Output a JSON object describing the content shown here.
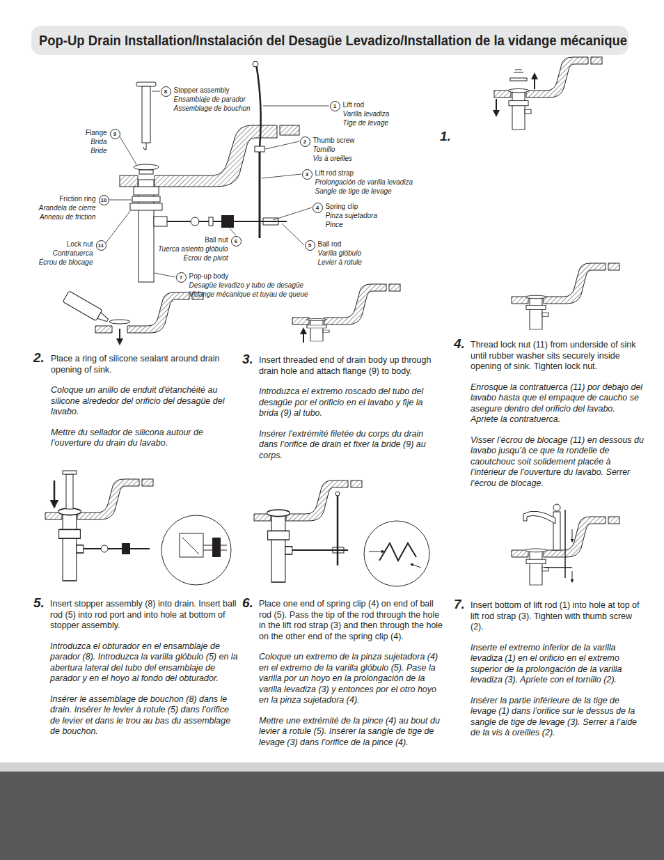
{
  "diagram": {
    "title": "Pop-Up Drain Installation/Instalación del Desagüe Levadizo/Installation de la vidange mécanique",
    "nodes": [
      {
        "text": [
          "8",
          "Stopper assembly",
          "Ensamblaje de parador",
          "Assemblage de bouchon"
        ]
      },
      {
        "text": [
          "1",
          "Lift rod",
          "Varilla levadiza",
          "Tige de levage"
        ]
      },
      {
        "text": [
          "9",
          "Flange",
          "Brida",
          "Bride"
        ]
      },
      {
        "text": [
          "2",
          "Thumb screw",
          "Tornillo",
          "Vis à oreilles"
        ]
      },
      {
        "text": [
          "3",
          "Lift rod strap",
          "Prolongación de varilla levadiza",
          "Sangle de tige de levage"
        ]
      },
      {
        "text": [
          "10",
          "Friction ring",
          "Arandela de cierre",
          "Anneau de friction"
        ]
      },
      {
        "text": [
          "4",
          "Spring clip",
          "Pinza sujetadora",
          "Pince"
        ]
      },
      {
        "text": [
          "6",
          "Ball nut",
          "Tuerca asiento glóbulo",
          "Écrou de pivot"
        ]
      },
      {
        "text": [
          "5",
          "Ball rod",
          "Varilla glóbulo",
          "Levier à rotule"
        ]
      },
      {
        "text": [
          "11",
          "Lock nut",
          "Contratuerca",
          "Écrou de blocage"
        ]
      },
      {
        "text": [
          "7",
          "Pop-up body",
          "Desagüe levadizo y tubo de desagüe",
          "Vidange mécanique et tuyau de queue"
        ]
      }
    ],
    "labels": [
      "1.",
      "2.",
      "Place a ring of silicone sealant around drain opening of sink.",
      "Coloque un anillo de enduit d'étanchéité au silicone alrededor del orificio del desagüe del lavabo.",
      "Mettre du sellador de silicona autour de l’ouverture du drain du lavabo.",
      "3.",
      "Insert threaded end of drain body up through drain hole and attach flange (9) to body.",
      "Introduzca el extremo roscado del tubo del desagüe por el orificio en el lavabo y fije la brida (9) al tubo.",
      "Insérer l’extrémité filetée du corps du drain dans l’orifice de drain et fixer la bride (9) au corps.",
      "4.",
      "Thread lock nut (11) from underside of sink until rubber washer sits securely inside opening of sink. Tighten lock nut.",
      "Enrosque la contratuerca (11) por debajo del lavabo hasta que el empaque de caucho se asegure dentro del orificio del lavabo. Apriete la contratuerca.",
      "Visser l’écrou de blocage (11) en dessous du lavabo jusqu’à ce que la rondelle de caoutchouc soit solidement placée à l’intérieur de l’ouverture du lavabo. Serrer l’écrou de blocage.",
      "5.",
      "Insert stopper assembly (8) into drain. Insert ball rod (5) into rod port and into hole at bottom of stopper assembly.",
      "Introduzca el obturador en el ensamblaje de parador (8). Introduzca la varilla glóbulo (5) en la abertura lateral del tubo del ensamblaje de parador y en el hoyo al fondo del obturador.",
      "Insérer le assemblage de bouchon (8) dans le drain. Insérer le levier à rotule (5) dans l’orifice de levier et dans le trou au bas du assemblage de bouchon.",
      "6.",
      "Place one end of spring clip (4) on end of ball rod (5). Pass the tip of the rod through the hole in the lift rod strap (3) and then through the hole on the other end of the spring clip (4).",
      "Coloque un extremo de la pinza sujetadora (4) en el extremo de la varilla glóbulo (5). Pase la varilla por un hoyo en la prolongación de la varilla levadiza (3) y entonces por el otro hoyo en la pinza sujetadora (4).",
      "Mettre une extrémité de la pince (4) au bout du levier à rotule (5). Insérer la sangle de tige de levage (3) dans l’orifice de la pince (4).",
      "7.",
      "Insert bottom of lift rod (1) into hole at top of lift rod strap (3). Tighten with thumb screw (2).",
      "Inserte el extremo inferior de la varilla levadiza (1) en el orificio en el extremo superior de la prolongación de la varilla levadiza (3). Apriete con el tornillo (2).",
      "Insérer la partie inférieure de la tige de levage (1) dans l’orifice sur le dessus de la sangle de tige de levage (3). Serrer à l’aide de la vis à oreilles (2)."
    ]
  }
}
